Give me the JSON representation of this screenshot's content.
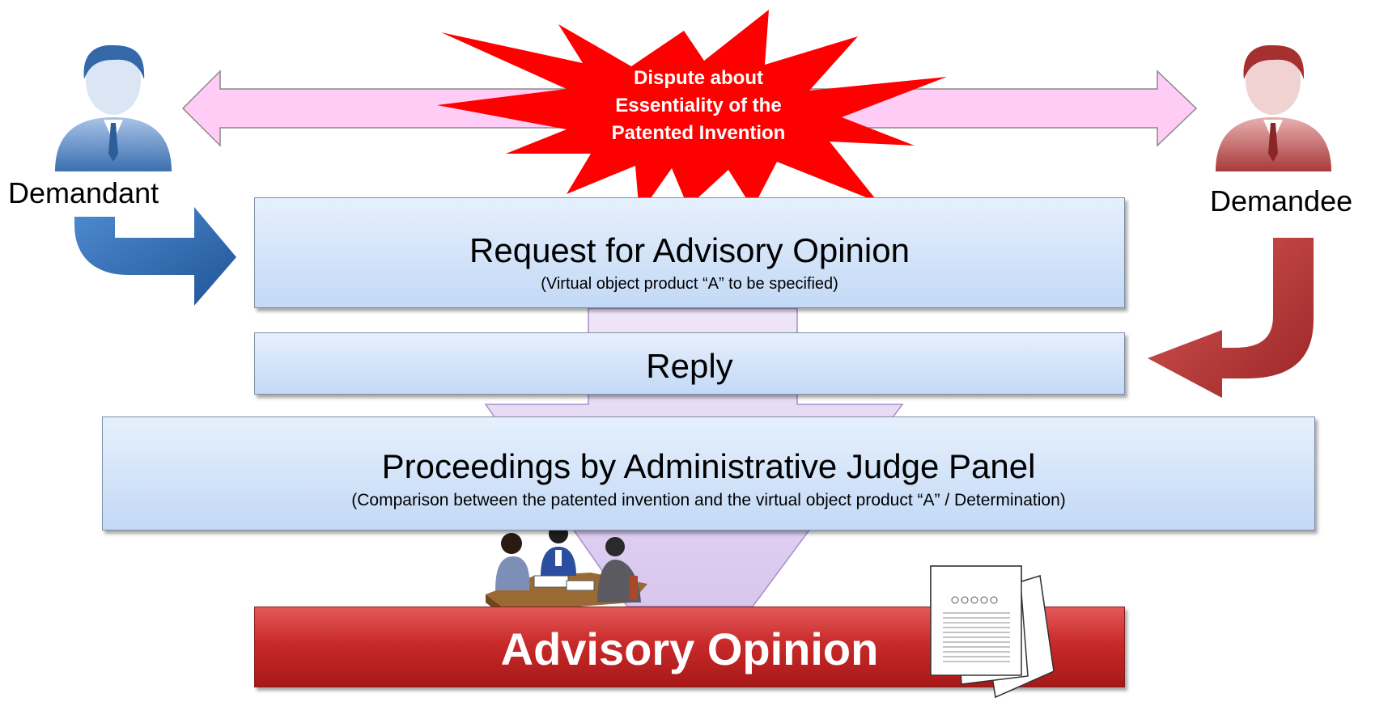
{
  "parties": {
    "demandant": "Demandant",
    "demandee": "Demandee"
  },
  "dispute": {
    "line1": "Dispute about",
    "line2": "Essentiality of the",
    "line3": "Patented Invention"
  },
  "steps": {
    "request": {
      "title": "Request for Advisory Opinion",
      "subtitle": "(Virtual object product “A” to be specified)"
    },
    "reply": {
      "title": "Reply"
    },
    "proceedings": {
      "title": "Proceedings by Administrative Judge Panel",
      "subtitle": "(Comparison between the patented invention and the virtual object product “A” / Determination)"
    },
    "result": {
      "title": "Advisory Opinion"
    }
  },
  "colors": {
    "demandant": "#2f6db0",
    "demandee": "#b33a3a",
    "dispute_burst": "#ff0000",
    "double_arrow_fill": "#ffccf5",
    "flow_arrow_fill": "#e7dcf3",
    "step_box_fill": "#d5e5fa",
    "result_box_fill": "#c92a2a"
  }
}
